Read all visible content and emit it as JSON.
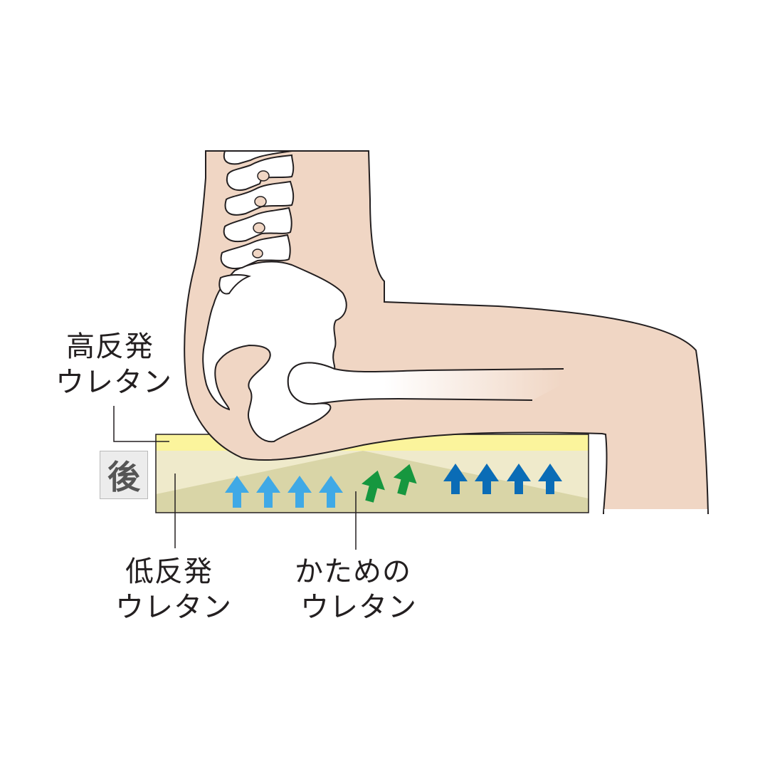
{
  "diagram": {
    "subject": "seated posture on cushion with pelvis/spine cross-section",
    "colors": {
      "skin": "#f0d6c4",
      "bone": "#ffffff",
      "outline": "#231f20",
      "high_rebound_layer": "#fbf49c",
      "low_rebound_layer": "#efeacb",
      "firm_layer": "#d9d5a7",
      "arrow_light_blue": "#3fa9e6",
      "arrow_green": "#16973f",
      "arrow_dark_blue": "#0a6cb6",
      "badge_bg": "#ececec",
      "badge_text": "#555555"
    },
    "badge": {
      "text": "後"
    },
    "labels": {
      "high_rebound": {
        "line1": "高反発",
        "line2": "ウレタン"
      },
      "low_rebound": {
        "line1": "低反発",
        "line2": "ウレタン"
      },
      "firm": {
        "line1": "かための",
        "line2": "ウレタン"
      }
    },
    "arrows": {
      "light_blue_count": 4,
      "green_count": 2,
      "dark_blue_count": 4
    }
  }
}
